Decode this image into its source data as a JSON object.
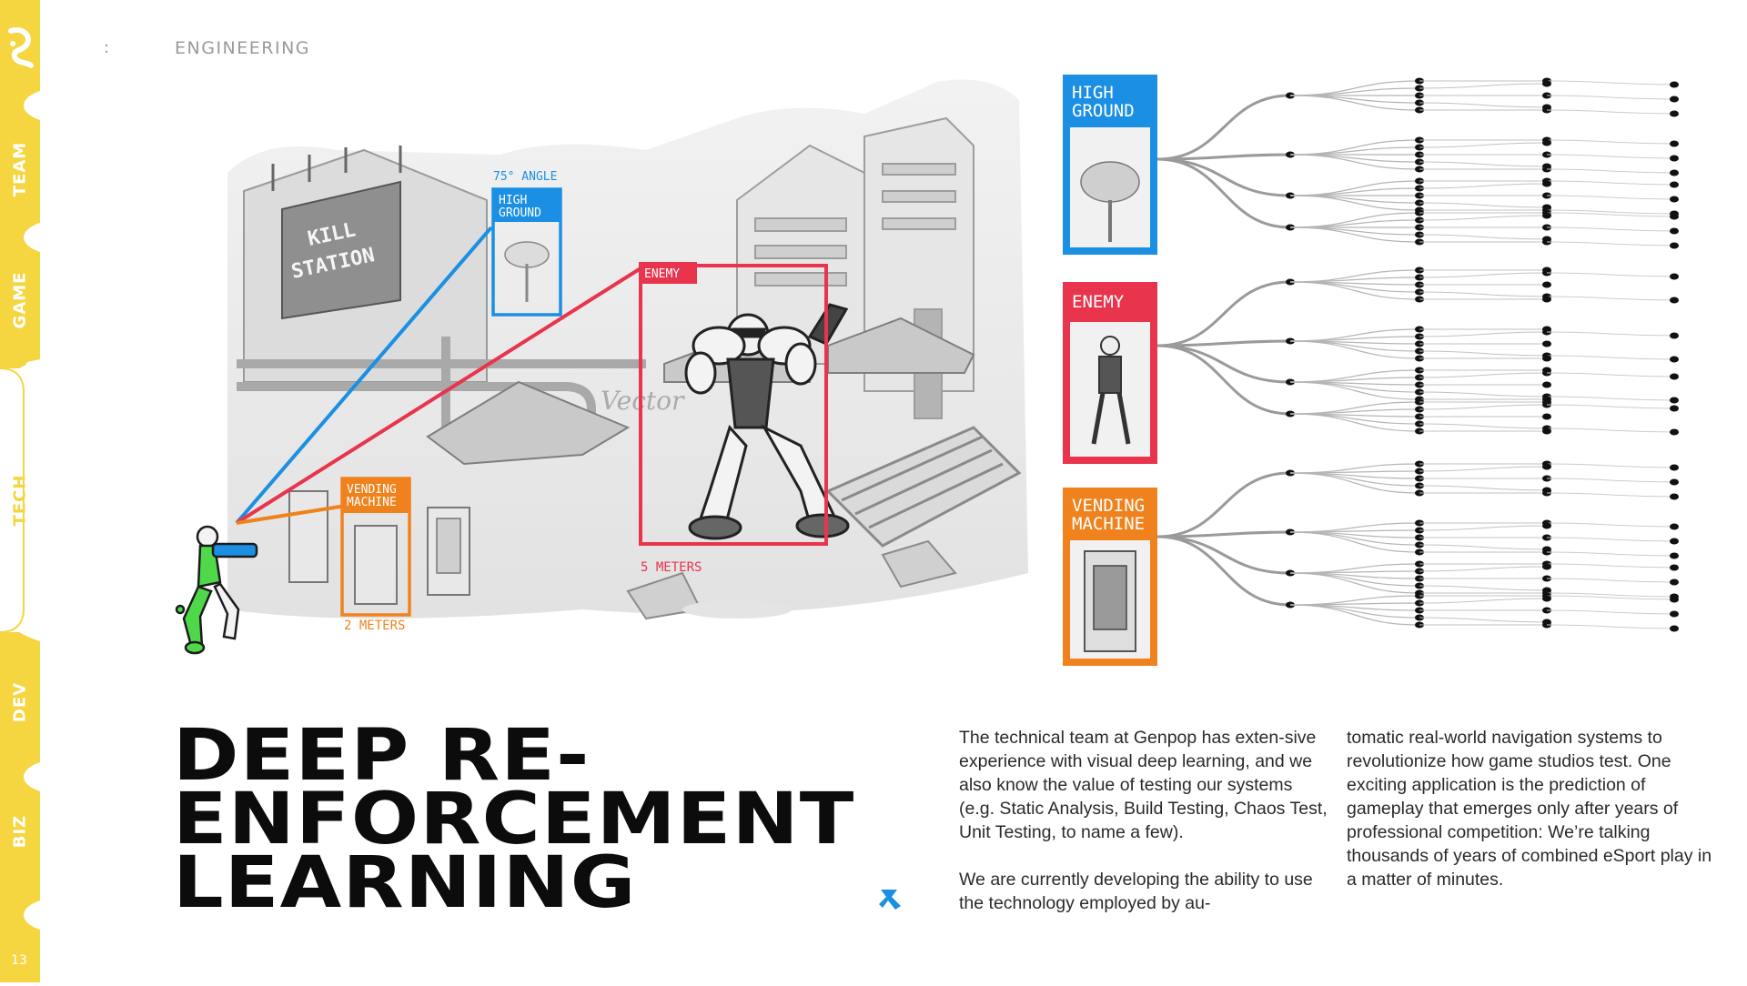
{
  "nav": {
    "tabs": [
      {
        "label": "TEAM"
      },
      {
        "label": "GAME"
      },
      {
        "label": "TECH"
      },
      {
        "label": "DEV"
      },
      {
        "label": "BIZ"
      }
    ],
    "page_number": "13"
  },
  "header": {
    "separator": ":",
    "section": "ENGINEERING"
  },
  "illustration": {
    "sign_text": [
      "KILL",
      "STATION"
    ],
    "storefront_text": "Vector",
    "annotations": {
      "angle": "75° ANGLE",
      "high_ground": [
        "HIGH",
        "GROUND"
      ],
      "enemy": "ENEMY",
      "vending_machine": [
        "VENDING",
        "MACHINE"
      ],
      "enemy_distance": "5 METERS",
      "vending_distance": "2 METERS"
    },
    "colors": {
      "blue": "#1a8fe3",
      "red": "#e8344c",
      "orange": "#f0821e",
      "player_green": "#4fd94a"
    }
  },
  "decision_tree": {
    "cards": [
      {
        "label": [
          "HIGH",
          "GROUND"
        ],
        "color": "#1a8fe3"
      },
      {
        "label": [
          "ENEMY"
        ],
        "color": "#e8344c"
      },
      {
        "label": [
          "VENDING",
          "MACHINE"
        ],
        "color": "#f0821e"
      }
    ]
  },
  "headline": [
    "DEEP RE-",
    "ENFORCEMENT",
    "LEARNING"
  ],
  "body": {
    "column_1": [
      "The technical team at Genpop has exten-sive experience with visual deep learning, and we also know the value of testing our systems (e.g. Static Analysis, Build Testing, Chaos Test, Unit Testing, to name a few).",
      "We are currently developing the ability to use the technology employed by au-"
    ],
    "column_2": [
      "tomatic real-world navigation systems to revolutionize how game studios test. One exciting application is the prediction of gameplay that emerges only after years of professional competition: We’re talking thousands of years of combined eSport play in a matter of minutes."
    ]
  },
  "theme": {
    "rail_yellow": "#f5d540",
    "accent_blue": "#1a8fe3"
  }
}
